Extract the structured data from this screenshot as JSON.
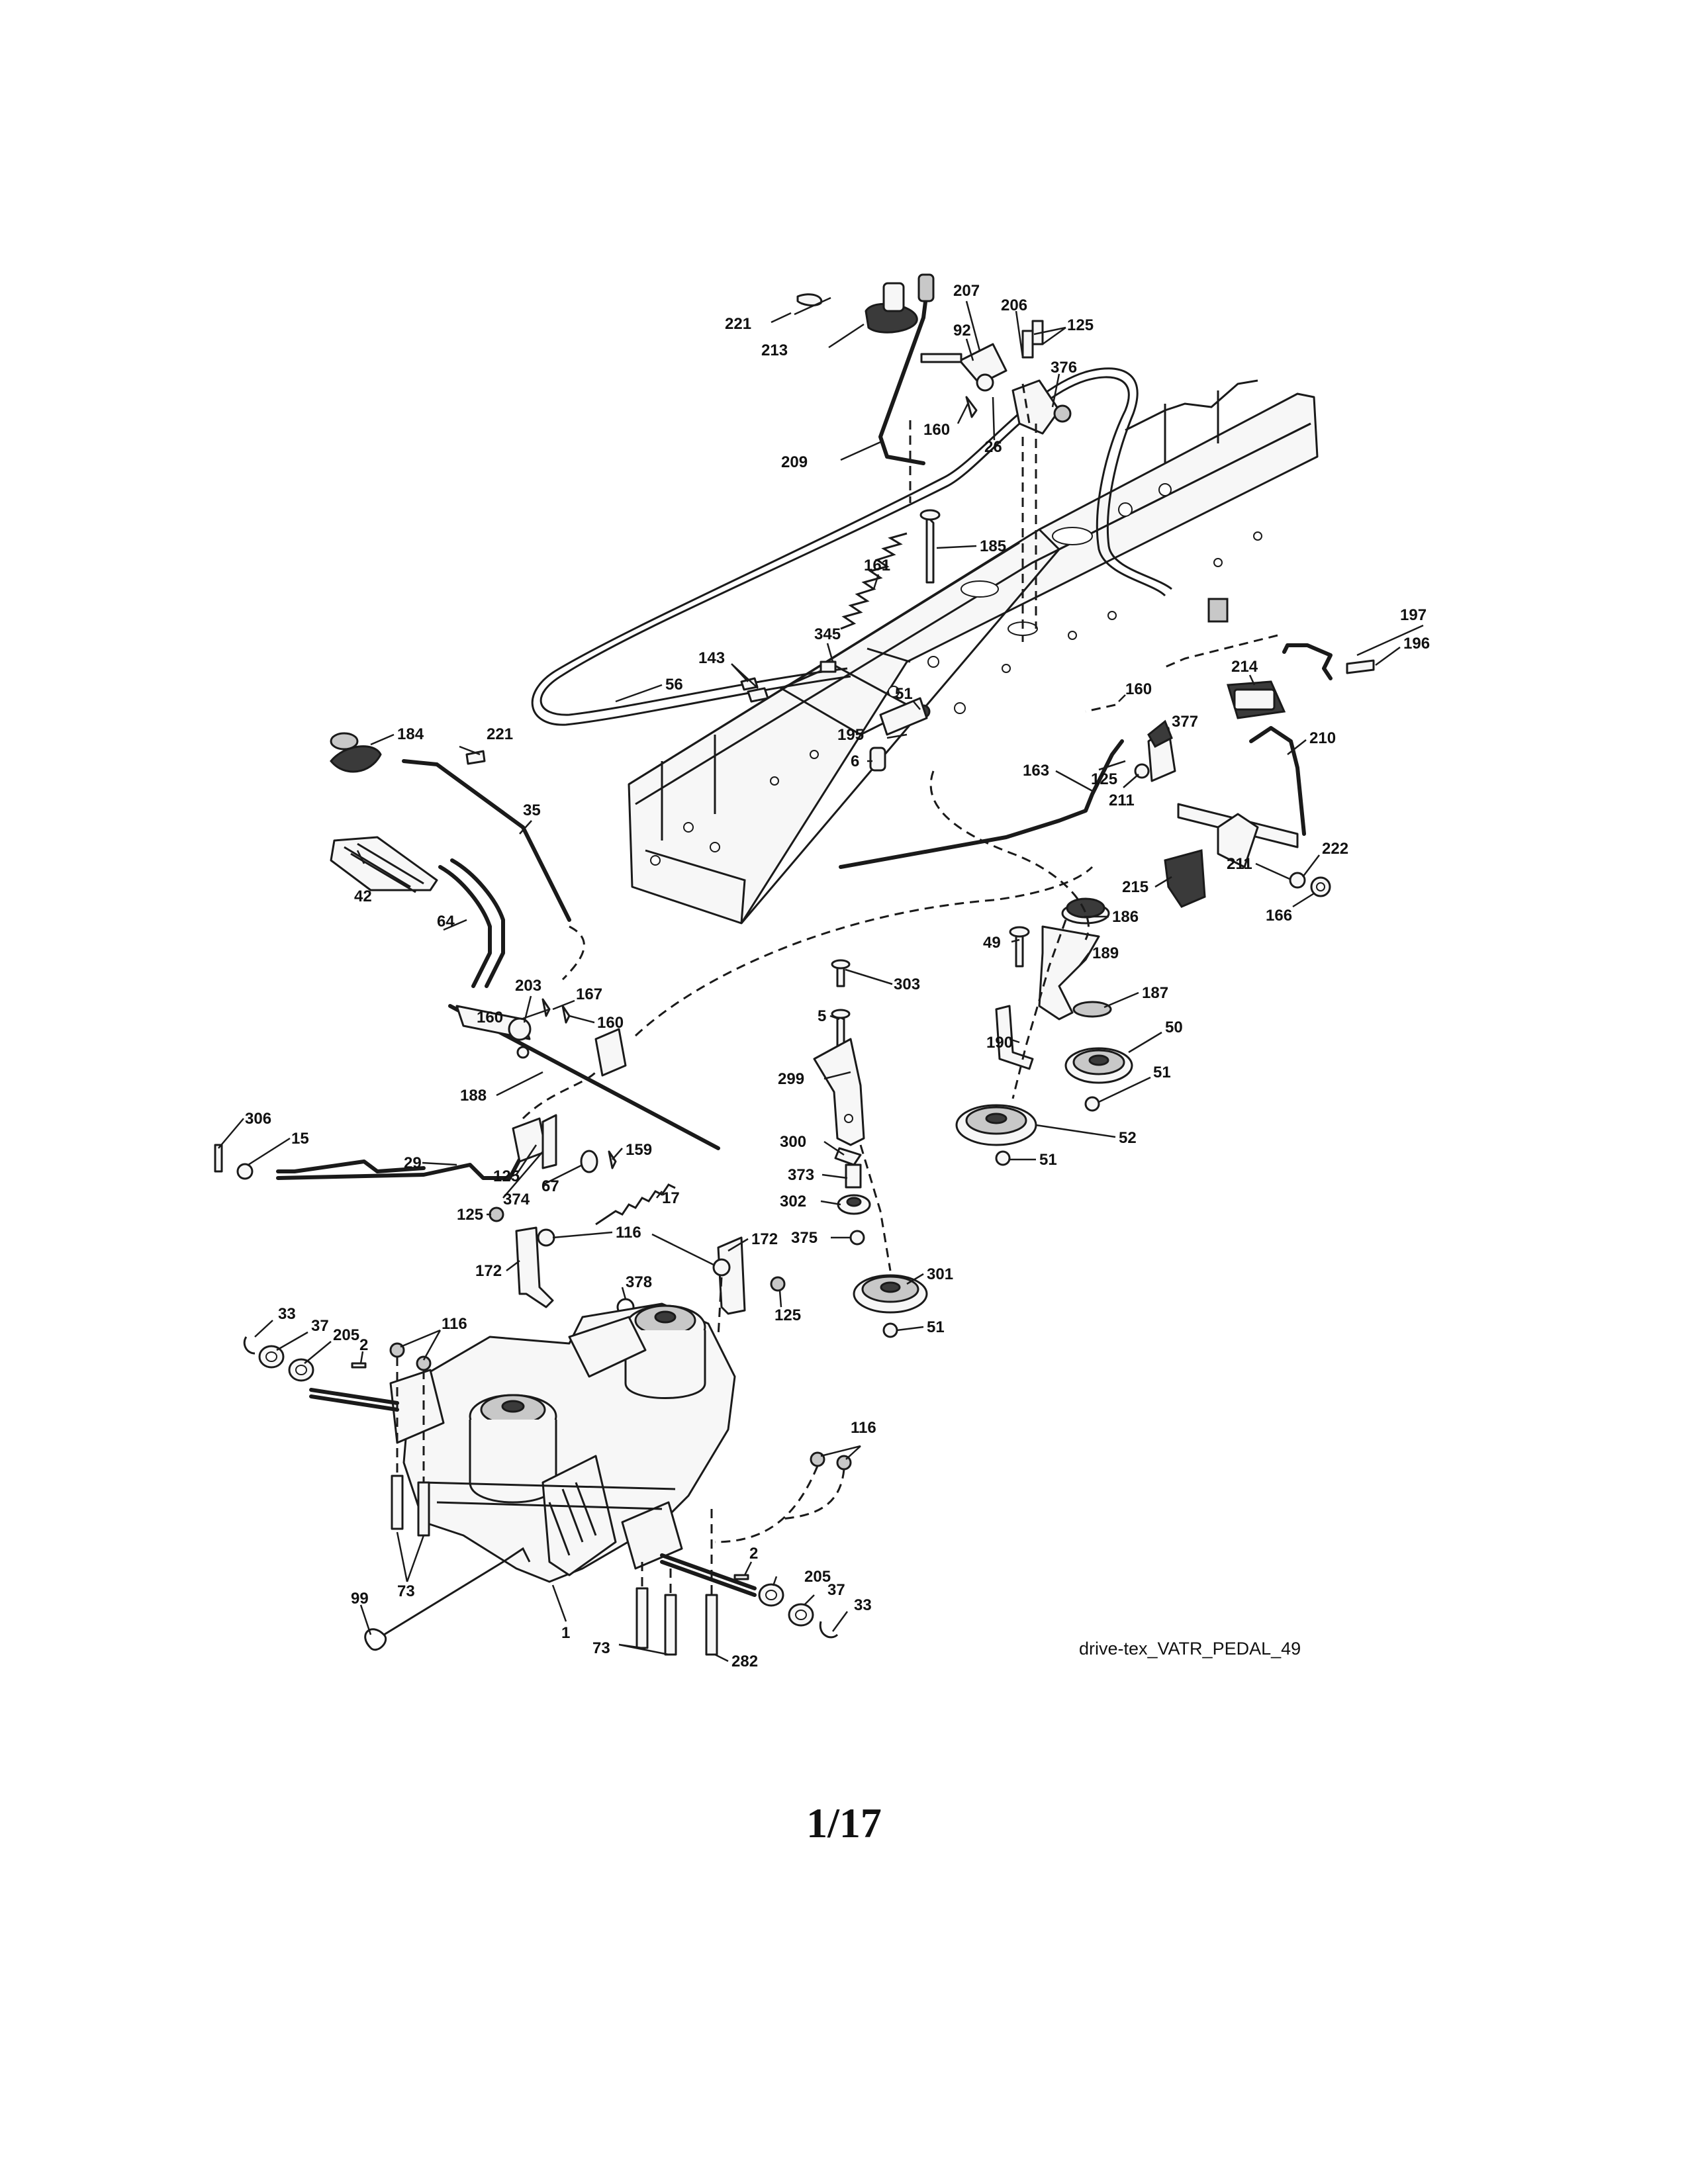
{
  "diagram": {
    "code": "drive-tex_VATR_PEDAL_49",
    "page_number": "1/17",
    "labels": [
      {
        "id": "l221a",
        "text": "221"
      },
      {
        "id": "l213",
        "text": "213"
      },
      {
        "id": "l209",
        "text": "209"
      },
      {
        "id": "l207",
        "text": "207"
      },
      {
        "id": "l92",
        "text": "92"
      },
      {
        "id": "l160a",
        "text": "160"
      },
      {
        "id": "l26",
        "text": "26"
      },
      {
        "id": "l206",
        "text": "206"
      },
      {
        "id": "l125a",
        "text": "125"
      },
      {
        "id": "l376",
        "text": "376"
      },
      {
        "id": "l185",
        "text": "185"
      },
      {
        "id": "l161",
        "text": "161"
      },
      {
        "id": "l345",
        "text": "345"
      },
      {
        "id": "l143",
        "text": "143"
      },
      {
        "id": "l56",
        "text": "56"
      },
      {
        "id": "l51a",
        "text": "51"
      },
      {
        "id": "l195",
        "text": "195"
      },
      {
        "id": "l6",
        "text": "6"
      },
      {
        "id": "l197",
        "text": "197"
      },
      {
        "id": "l196",
        "text": "196"
      },
      {
        "id": "l214",
        "text": "214"
      },
      {
        "id": "l160b",
        "text": "160"
      },
      {
        "id": "l377",
        "text": "377"
      },
      {
        "id": "l210",
        "text": "210"
      },
      {
        "id": "l163",
        "text": "163"
      },
      {
        "id": "l125b",
        "text": "125"
      },
      {
        "id": "l211a",
        "text": "211"
      },
      {
        "id": "l222",
        "text": "222"
      },
      {
        "id": "l211b",
        "text": "211"
      },
      {
        "id": "l166",
        "text": "166"
      },
      {
        "id": "l215",
        "text": "215"
      },
      {
        "id": "l186",
        "text": "186"
      },
      {
        "id": "l49",
        "text": "49"
      },
      {
        "id": "l189",
        "text": "189"
      },
      {
        "id": "l187",
        "text": "187"
      },
      {
        "id": "l190",
        "text": "190"
      },
      {
        "id": "l50",
        "text": "50"
      },
      {
        "id": "l51b",
        "text": "51"
      },
      {
        "id": "l52",
        "text": "52"
      },
      {
        "id": "l51c",
        "text": "51"
      },
      {
        "id": "l184",
        "text": "184"
      },
      {
        "id": "l221b",
        "text": "221"
      },
      {
        "id": "l35",
        "text": "35"
      },
      {
        "id": "l42",
        "text": "42"
      },
      {
        "id": "l64",
        "text": "64"
      },
      {
        "id": "l203",
        "text": "203"
      },
      {
        "id": "l167",
        "text": "167"
      },
      {
        "id": "l160c",
        "text": "160"
      },
      {
        "id": "l160d",
        "text": "160"
      },
      {
        "id": "l188",
        "text": "188"
      },
      {
        "id": "l306",
        "text": "306"
      },
      {
        "id": "l15",
        "text": "15"
      },
      {
        "id": "l29",
        "text": "29"
      },
      {
        "id": "l125c",
        "text": "125"
      },
      {
        "id": "l374",
        "text": "374"
      },
      {
        "id": "l67",
        "text": "67"
      },
      {
        "id": "l159",
        "text": "159"
      },
      {
        "id": "l17",
        "text": "17"
      },
      {
        "id": "l5",
        "text": "5"
      },
      {
        "id": "l303",
        "text": "303"
      },
      {
        "id": "l299",
        "text": "299"
      },
      {
        "id": "l300",
        "text": "300"
      },
      {
        "id": "l373",
        "text": "373"
      },
      {
        "id": "l302",
        "text": "302"
      },
      {
        "id": "l375",
        "text": "375"
      },
      {
        "id": "l301",
        "text": "301"
      },
      {
        "id": "l51d",
        "text": "51"
      },
      {
        "id": "l125d",
        "text": "125"
      },
      {
        "id": "l116a",
        "text": "116"
      },
      {
        "id": "l172a",
        "text": "172"
      },
      {
        "id": "l172b",
        "text": "172"
      },
      {
        "id": "l378",
        "text": "378"
      },
      {
        "id": "l125e",
        "text": "125"
      },
      {
        "id": "l33a",
        "text": "33"
      },
      {
        "id": "l37a",
        "text": "37"
      },
      {
        "id": "l205a",
        "text": "205"
      },
      {
        "id": "l2a",
        "text": "2"
      },
      {
        "id": "l116b",
        "text": "116"
      },
      {
        "id": "l116c",
        "text": "116"
      },
      {
        "id": "l73a",
        "text": "73"
      },
      {
        "id": "l99",
        "text": "99"
      },
      {
        "id": "l1",
        "text": "1"
      },
      {
        "id": "l2b",
        "text": "2"
      },
      {
        "id": "l205b",
        "text": "205"
      },
      {
        "id": "l37b",
        "text": "37"
      },
      {
        "id": "l33b",
        "text": "33"
      },
      {
        "id": "l73b",
        "text": "73"
      },
      {
        "id": "l282",
        "text": "282"
      }
    ]
  }
}
